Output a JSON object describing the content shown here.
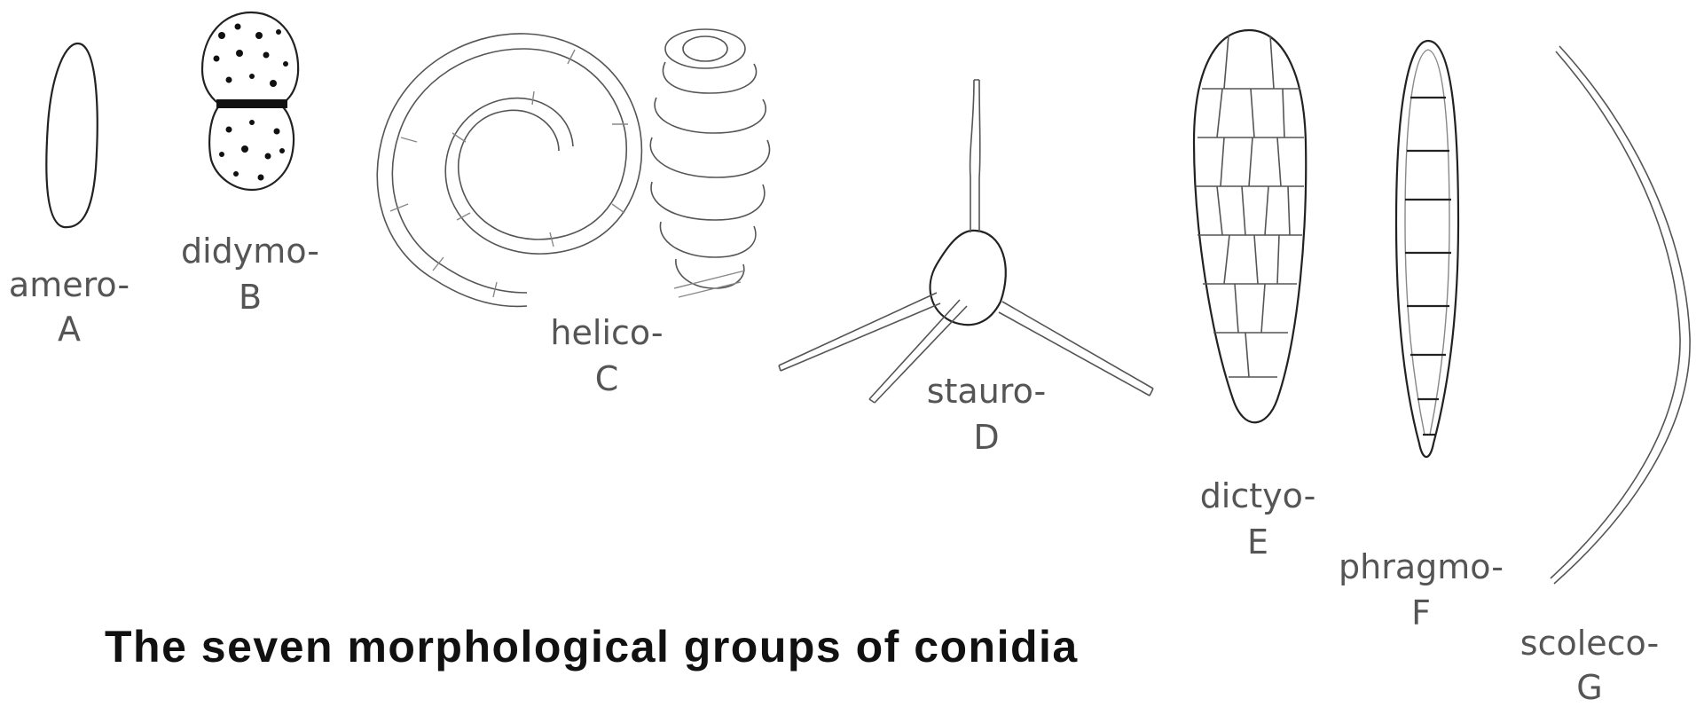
{
  "caption": "The seven morphological groups of conidia",
  "groups": [
    {
      "prefix": "amero-",
      "letter": "A",
      "icon": "amero-conidium"
    },
    {
      "prefix": "didymo-",
      "letter": "B",
      "icon": "didymo-conidium"
    },
    {
      "prefix": "helico-",
      "letter": "C",
      "icon": "helico-conidium"
    },
    {
      "prefix": "stauro-",
      "letter": "D",
      "icon": "stauro-conidium"
    },
    {
      "prefix": "dictyo-",
      "letter": "E",
      "icon": "dictyo-conidium"
    },
    {
      "prefix": "phragmo-",
      "letter": "F",
      "icon": "phragmo-conidium"
    },
    {
      "prefix": "scoleco-",
      "letter": "G",
      "icon": "scoleco-conidium"
    }
  ]
}
